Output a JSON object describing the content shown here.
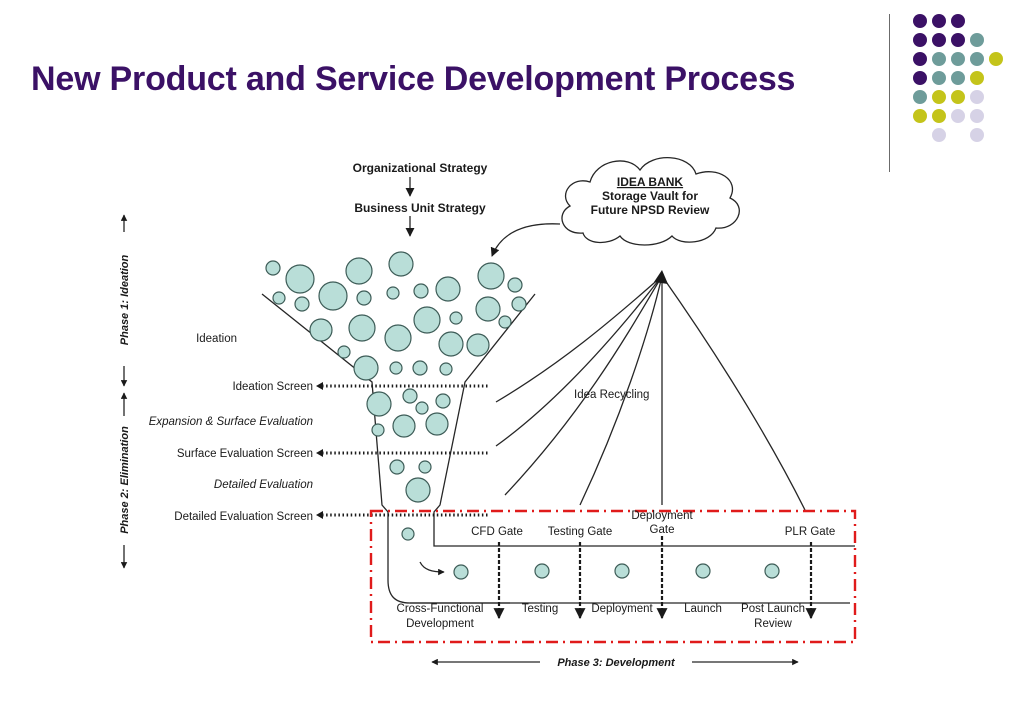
{
  "slide": {
    "title": "New Product and Service Development Process"
  },
  "decor": {
    "dot_colors": {
      "purple": "#3b1166",
      "teal": "#6e9c9a",
      "yellow": "#c4c41a",
      "lavender": "#d6d2e6"
    }
  },
  "diagram": {
    "top": {
      "org_strategy": "Organizational Strategy",
      "bu_strategy": "Business Unit Strategy"
    },
    "idea_bank": {
      "title": "IDEA BANK",
      "line1": "Storage Vault for",
      "line2": "Future NPSD Review"
    },
    "phases": {
      "ideation": "Phase 1: Ideation",
      "elimination": "Phase 2: Elimination",
      "development": "Phase 3: Development"
    },
    "left_labels": {
      "ideation": "Ideation",
      "ideation_screen": "Ideation Screen",
      "expansion": "Expansion & Surface Evaluation",
      "surface_screen": "Surface Evaluation Screen",
      "detailed": "Detailed Evaluation",
      "detailed_screen": "Detailed Evaluation Screen"
    },
    "idea_recycling": "Idea Recycling",
    "gates": {
      "cfd": "CFD Gate",
      "testing": "Testing Gate",
      "deployment_line1": "Deployment",
      "deployment_line2": "Gate",
      "plr": "PLR Gate"
    },
    "stages": {
      "cfd_line1": "Cross-Functional",
      "cfd_line2": "Development",
      "testing": "Testing",
      "deployment": "Deployment",
      "launch": "Launch",
      "plr_line1": "Post Launch",
      "plr_line2": "Review"
    },
    "colors": {
      "bubble_fill": "#b9ded8",
      "bubble_stroke": "#3d5c57",
      "red_box": "#e01b1b"
    }
  }
}
